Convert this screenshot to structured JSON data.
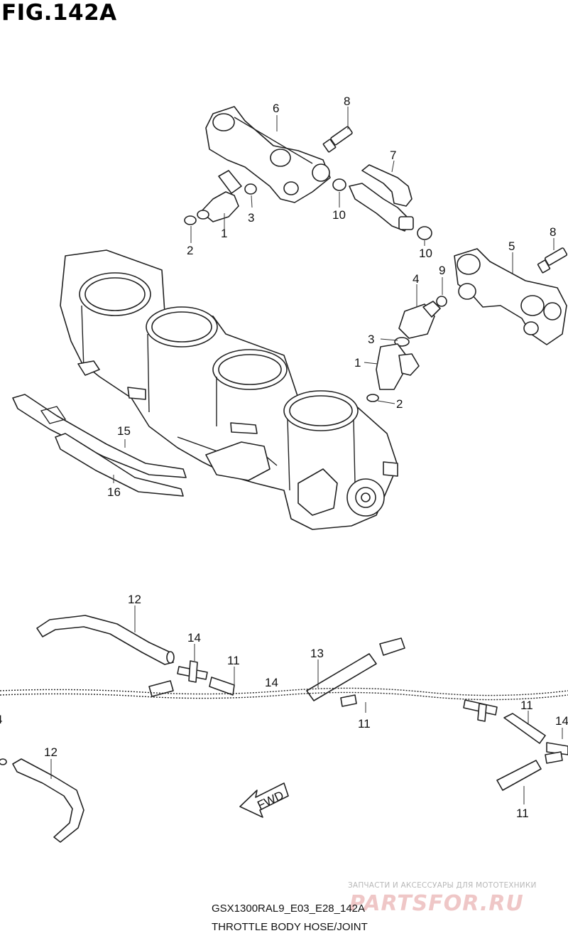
{
  "figure": {
    "title": "FIG.142A",
    "model_code": "GSX1300RAL9_E03_E28_142A",
    "section_name": "THROTTLE BODY HOSE/JOINT"
  },
  "labels": {
    "top_assembly": [
      "6",
      "8",
      "7",
      "3",
      "10",
      "1",
      "2",
      "10",
      "8",
      "5",
      "9",
      "4",
      "3",
      "1",
      "2",
      "15",
      "16"
    ],
    "hoses_upper": [
      "12",
      "14",
      "11",
      "14",
      "13",
      "11"
    ],
    "hoses_lower": [
      "4",
      "12",
      "11",
      "14",
      "11"
    ]
  },
  "fwd_arrow": {
    "text": "FWD"
  },
  "watermark": {
    "text": "ЗАПЧАСТИ И АКСЕССУАРЫ ДЛЯ МОТОТЕХНИКИ",
    "brand": "PARTSFOR.RU"
  },
  "colors": {
    "ink": "#111111",
    "watermark_gray": "#b8b8b8",
    "watermark_red": "#efc7c7"
  }
}
